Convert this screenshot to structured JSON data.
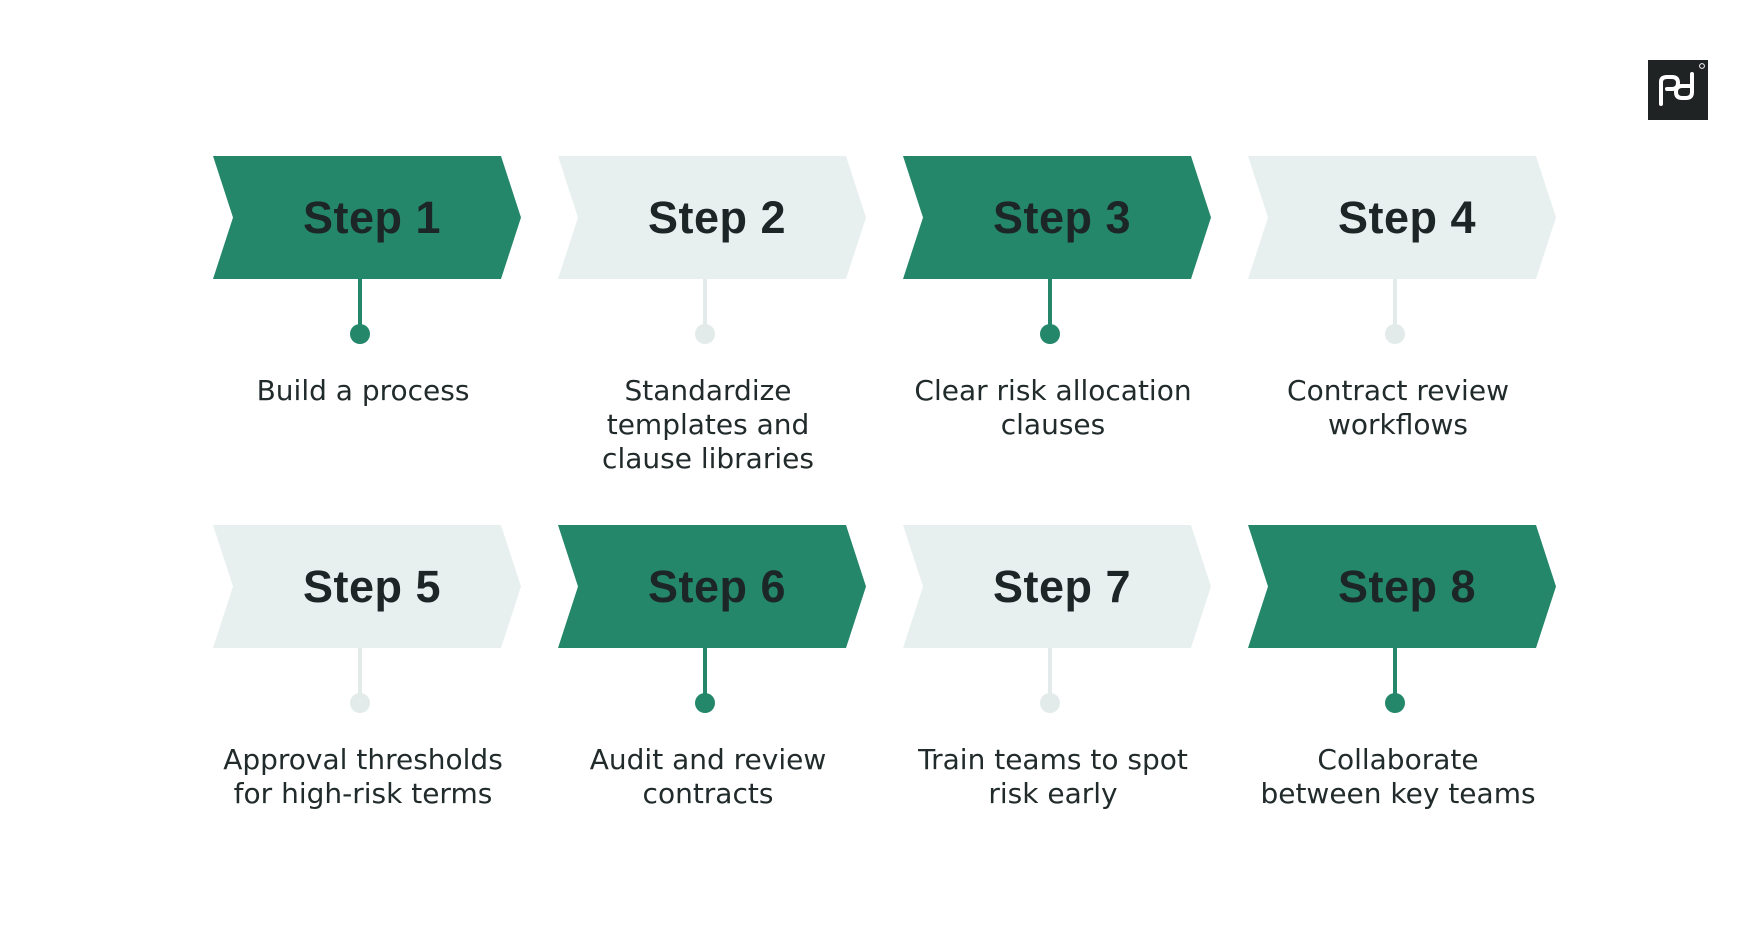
{
  "colors": {
    "active": "#24876a",
    "inactive": "#e8f0ef",
    "inactive_line": "#e3ebea",
    "logo_bg": "#1f2324"
  },
  "logo": {
    "icon": "pd-logo-icon"
  },
  "steps": [
    {
      "label": "Step 1",
      "description": "Build a process",
      "active": true
    },
    {
      "label": "Step 2",
      "description": "Standardize\ntemplates and\nclause libraries",
      "active": false
    },
    {
      "label": "Step 3",
      "description": "Clear risk allocation\nclauses",
      "active": true
    },
    {
      "label": "Step 4",
      "description": "Contract review\nworkflows",
      "active": false
    },
    {
      "label": "Step 5",
      "description": "Approval thresholds\nfor high-risk terms",
      "active": false
    },
    {
      "label": "Step 6",
      "description": "Audit and review\ncontracts",
      "active": true
    },
    {
      "label": "Step 7",
      "description": "Train teams to spot\nrisk early",
      "active": false
    },
    {
      "label": "Step 8",
      "description": "Collaborate\nbetween key teams",
      "active": true
    }
  ]
}
